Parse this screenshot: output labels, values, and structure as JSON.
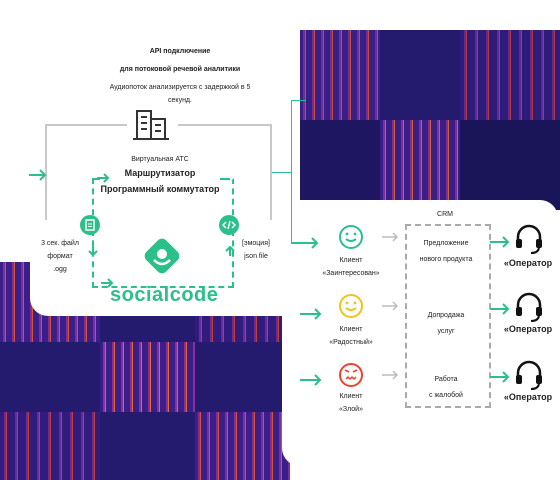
{
  "api": {
    "title_line1": "API подключение",
    "title_line2": "для потоковой речевой аналитики",
    "desc_line1": "Аудиопоток анализируется с задержкой в 5",
    "desc_line2": "секунд."
  },
  "pbx": {
    "label": "Виртуальная АТС",
    "router": "Маршрутизатор",
    "switch": "Программный коммутатор"
  },
  "left_label": {
    "line1": "3 сек. файл",
    "line2": "формат",
    "line3": ".ogg"
  },
  "right_label": {
    "line1": "[эмоция]",
    "line2": "json file"
  },
  "brand": {
    "name": "socialcode"
  },
  "crm": {
    "title": "CRM"
  },
  "clients": [
    {
      "label_line1": "Клиент",
      "label_line2": "«Заинтересован»",
      "crm_line1": "Предложение",
      "crm_line2": "нового продукта",
      "operator": "«Оператор",
      "face_color": "#2bbf8a"
    },
    {
      "label_line1": "Клиент",
      "label_line2": "«Радостный»",
      "crm_line1": "Допродажа",
      "crm_line2": "услуг",
      "operator": "«Оператор",
      "face_color": "#f2c21b"
    },
    {
      "label_line1": "Клиент",
      "label_line2": "«Злой»",
      "crm_line1": "Работа",
      "crm_line2": "с жалобой",
      "operator": "«Оператор",
      "face_color": "#e8452c"
    }
  ],
  "colors": {
    "accent": "#2bbf8a",
    "spectro_dark": "#241a6e",
    "spectro_hot": "#e0522c"
  },
  "icons": {
    "building": "building-icon",
    "file": "file-icon",
    "code": "code-icon",
    "logo": "socialcode-logo-icon",
    "headset": "headset-icon"
  }
}
